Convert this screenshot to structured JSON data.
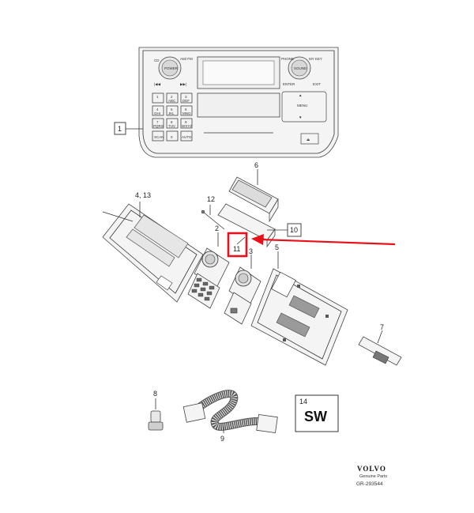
{
  "callouts": {
    "c1": "1",
    "c2": "2",
    "c3": "3",
    "c4_13": "4, 13",
    "c5": "5",
    "c6": "6",
    "c7": "7",
    "c8": "8",
    "c9": "9",
    "c10": "10",
    "c11": "11",
    "c12": "12",
    "c14": "14"
  },
  "panel": {
    "cd": "CD",
    "am_fm": "AM/ FM",
    "power": "POWER",
    "phone": "PHONE",
    "my_key": "MY KEY",
    "sound": "SOUND",
    "enter": "ENTER",
    "exit": "EXIT",
    "menu": "MENU",
    "keys": [
      {
        "num": "1",
        "sub": ""
      },
      {
        "num": "2",
        "sub": "ABC"
      },
      {
        "num": "3",
        "sub": "DEF"
      },
      {
        "num": "4",
        "sub": "GHI"
      },
      {
        "num": "5",
        "sub": "JKL"
      },
      {
        "num": "6",
        "sub": "MNO"
      },
      {
        "num": "7",
        "sub": "PQRS"
      },
      {
        "num": "8",
        "sub": "TUV"
      },
      {
        "num": "9",
        "sub": "WXYZ"
      },
      {
        "num": "",
        "sub": "SCAN"
      },
      {
        "num": "0",
        "sub": ""
      },
      {
        "num": "",
        "sub": "AUTO"
      }
    ]
  },
  "sw_label": "SW",
  "footer": {
    "brand": "VOLVO",
    "subtitle": "Genuine Parts",
    "ref": "GR-293544"
  },
  "colors": {
    "highlight": "#e8101a",
    "line": "#333333"
  }
}
